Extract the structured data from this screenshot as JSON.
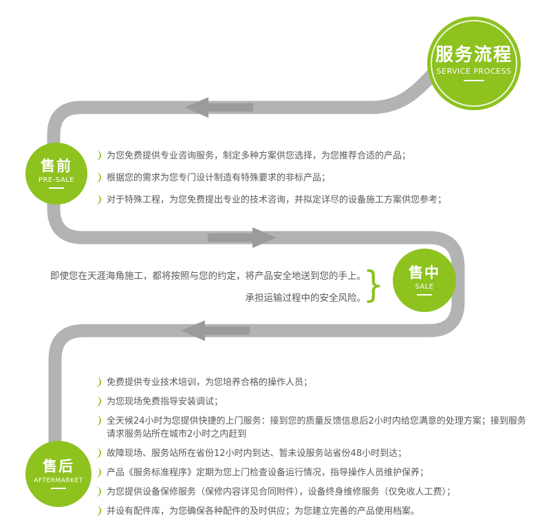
{
  "colors": {
    "green": "#8dc21f",
    "path_gray": "#b3b3b3",
    "arrow_gray": "#9b9b9b",
    "text": "#595959"
  },
  "icons": {
    "brace_glyph": "}"
  },
  "header_circle": {
    "title": "服务流程",
    "subtitle": "SERVICE PROCESS"
  },
  "stages": [
    {
      "title": "售前",
      "subtitle": "PRE-SALE",
      "items": [
        "为您免费提供专业咨询服务，制定多种方案供您选择，为您推荐合适的产品；",
        "根据您的需求为您专门设计制造有特殊要求的非标产品；",
        "对于特殊工程，为您免费提出专业的技术咨询，并拟定详尽的设备施工方案供您参考；"
      ]
    },
    {
      "title": "售中",
      "subtitle": "SALE",
      "items": [
        "即使您在天涯海角施工，都将按照与您的约定，将产品安全地送到您的手上。",
        "承担运输过程中的安全风险。"
      ]
    },
    {
      "title": "售后",
      "subtitle": "AFTERMARKET",
      "items": [
        "免费提供专业技术培训，为您培养合格的操作人员；",
        "为您现场免费指导安装调试；",
        "全天候24小时为您提供快捷的上门服务：接到您的质量反馈信息后2小时内给您满意的处理方案；接到服务请求服务站所在城市2小时之内赶到",
        "故障现场、服务站所在省份12小时内到达、暂未设服务站省份48小时到达；",
        "产品《服务标准程序》定期为您上门检查设备运行情况，指导操作人员维护保养；",
        "为您提供设备保修服务（保修内容详见合同附件），设备终身维修服务（仅免收人工费）；",
        "并设有配件库，为您确保各种配件的及时供应；为您建立完善的产品使用档案。"
      ]
    }
  ]
}
